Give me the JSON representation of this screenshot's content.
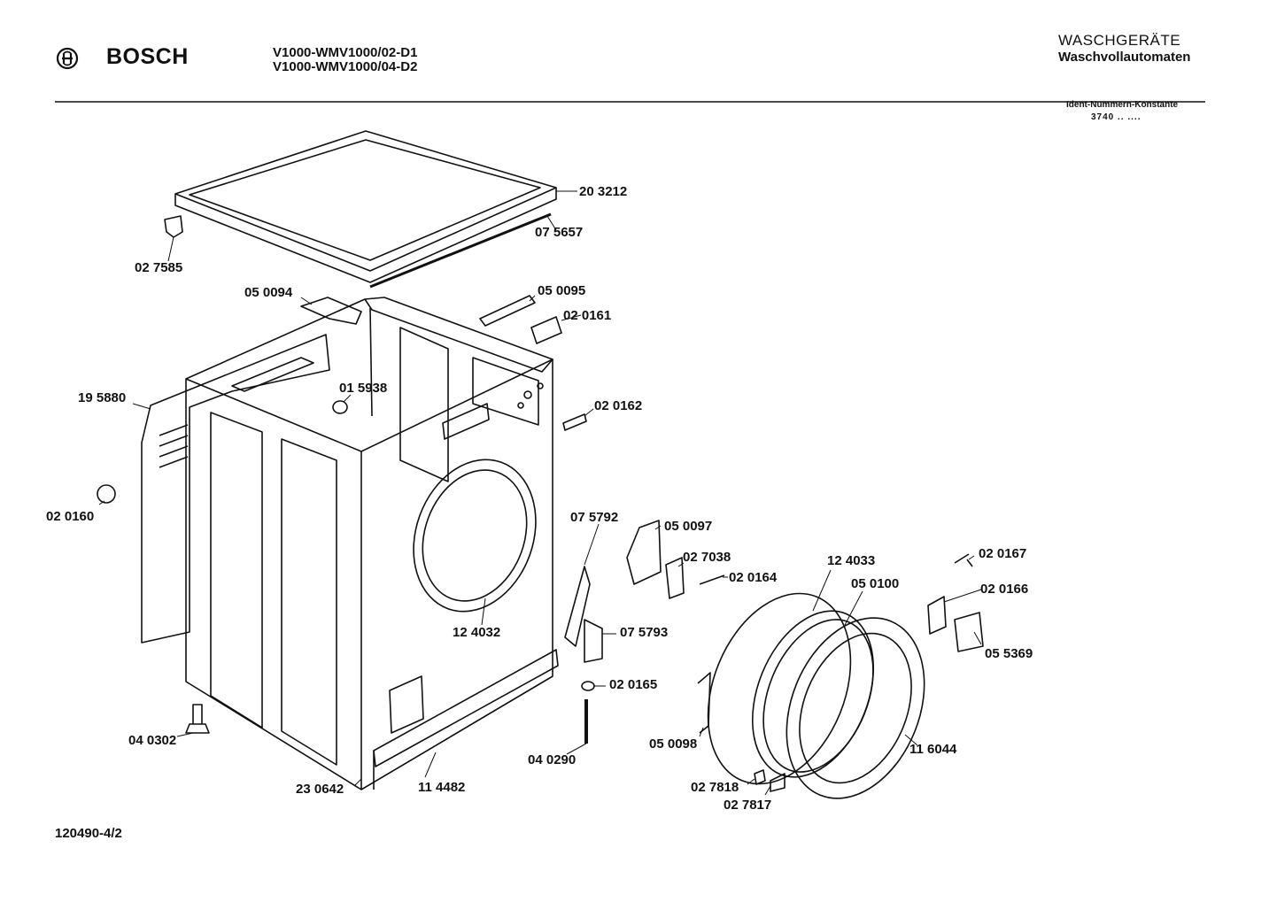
{
  "header": {
    "brand": "BOSCH",
    "models": [
      "V1000-WMV1000/02-D1",
      "V1000-WMV1000/04-D2"
    ],
    "category": "WASCHGERÄTE",
    "subcategory": "Waschvollautomaten",
    "ident_label": "Ident-Nummern-Konstante",
    "ident_value": "3740 .. ...."
  },
  "parts": [
    "20 3212",
    "07 5657",
    "02 7585",
    "05 0094",
    "05 0095",
    "02 0161",
    "19 5880",
    "01 5938",
    "02 0162",
    "02 0160",
    "07 5792",
    "05 0097",
    "02 7038",
    "02 0164",
    "12 4033",
    "05 0100",
    "02 0167",
    "02 0166",
    "05 5369",
    "12 4032",
    "07 5793",
    "02 0165",
    "04 0302",
    "04 0290",
    "05 0098",
    "11 6044",
    "02 7818",
    "02 7817",
    "23 0642",
    "11 4482"
  ],
  "footer": {
    "doc_number": "120490-4/2"
  },
  "colors": {
    "ink": "#111111",
    "paper": "#ffffff"
  }
}
